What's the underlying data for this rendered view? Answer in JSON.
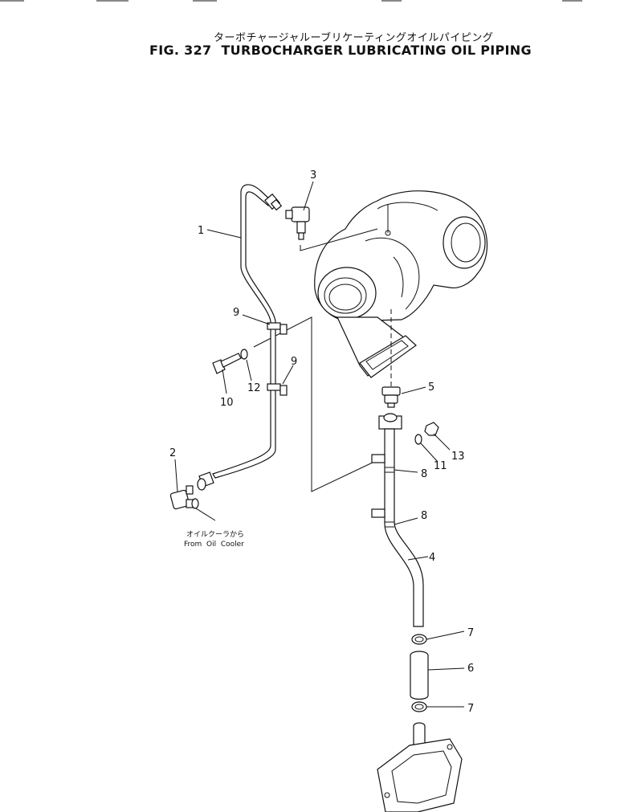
{
  "header": {
    "title_jp": "ターボチャージャルーブリケーティングオイルパイピング",
    "fig_number": "FIG. 327",
    "title_en": "TURBOCHARGER LUBRICATING OIL PIPING"
  },
  "callouts": [
    {
      "id": "c1",
      "label": "1"
    },
    {
      "id": "c2",
      "label": "2"
    },
    {
      "id": "c3",
      "label": "3"
    },
    {
      "id": "c4",
      "label": "4"
    },
    {
      "id": "c5",
      "label": "5"
    },
    {
      "id": "c6",
      "label": "6"
    },
    {
      "id": "c7a",
      "label": "7"
    },
    {
      "id": "c7b",
      "label": "7"
    },
    {
      "id": "c8a",
      "label": "8"
    },
    {
      "id": "c8b",
      "label": "8"
    },
    {
      "id": "c9a",
      "label": "9"
    },
    {
      "id": "c9b",
      "label": "9"
    },
    {
      "id": "c10",
      "label": "10"
    },
    {
      "id": "c11",
      "label": "11"
    },
    {
      "id": "c12",
      "label": "12"
    },
    {
      "id": "c13",
      "label": "13"
    }
  ],
  "note": {
    "jp": "オイルクーラから",
    "en": "From  Oil  Cooler"
  }
}
